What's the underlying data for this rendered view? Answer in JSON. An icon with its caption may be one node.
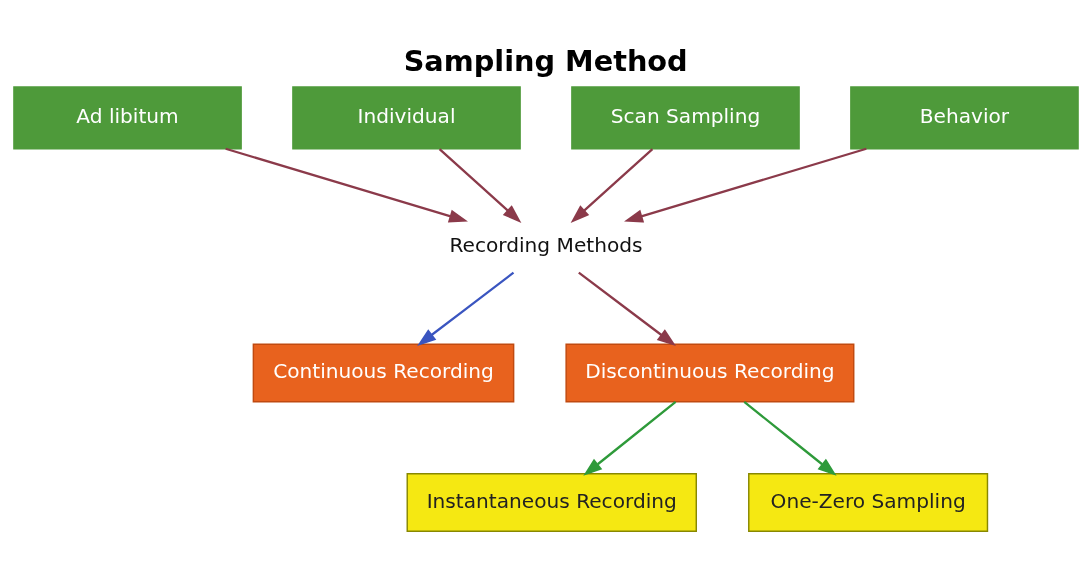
{
  "diagram": {
    "title": "Sampling Method",
    "nodes": [
      {
        "text": [
          "Ad libitum"
        ]
      },
      {
        "text": [
          "Individual"
        ]
      },
      {
        "text": [
          "Scan Sampling"
        ]
      },
      {
        "text": [
          "Behavior"
        ]
      },
      {
        "text": [
          "Recording Methods"
        ]
      },
      {
        "text": [
          "Continuous Recording"
        ]
      },
      {
        "text": [
          "Discontinuous Recording"
        ]
      },
      {
        "text": [
          "Instantaneous Recording"
        ]
      },
      {
        "text": [
          "One-Zero Sampling"
        ]
      }
    ],
    "edges": [
      {
        "from": 0,
        "to": 4,
        "arrow": "to"
      },
      {
        "from": 1,
        "to": 4,
        "arrow": "to"
      },
      {
        "from": 2,
        "to": 4,
        "arrow": "to"
      },
      {
        "from": 3,
        "to": 4,
        "arrow": "to"
      },
      {
        "from": 4,
        "to": 5,
        "arrow": "to",
        "color": "#3a55c0"
      },
      {
        "from": 4,
        "to": 6,
        "arrow": "to"
      },
      {
        "from": 6,
        "to": 7,
        "arrow": "to",
        "color": "#2e9a3a"
      },
      {
        "from": 6,
        "to": 8,
        "arrow": "to",
        "color": "#2e9a3a"
      }
    ]
  }
}
